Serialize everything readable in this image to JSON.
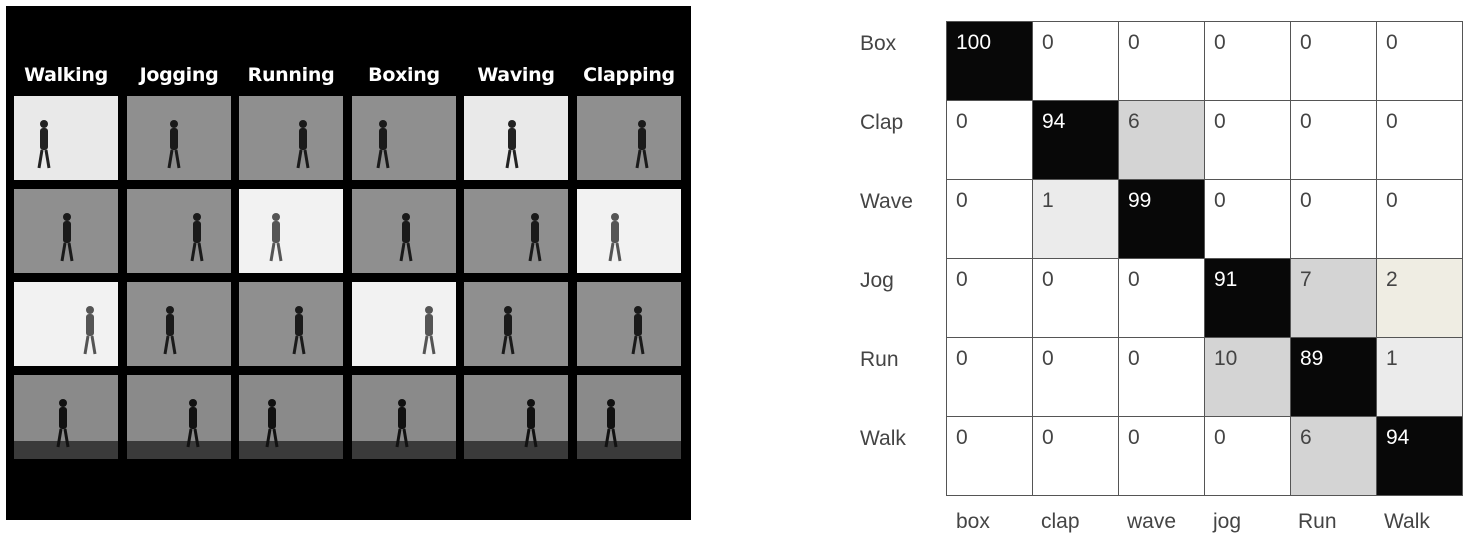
{
  "action_panel": {
    "columns": [
      "Walking",
      "Jogging",
      "Running",
      "Boxing",
      "Waving",
      "Clapping"
    ],
    "frames": [
      [
        "light",
        "mid",
        "mid",
        "mid",
        "light",
        "mid"
      ],
      [
        "mid",
        "mid",
        "white",
        "mid",
        "mid",
        "white"
      ],
      [
        "white",
        "mid",
        "mid",
        "white",
        "mid",
        "mid"
      ],
      [
        "indoor",
        "indoor",
        "indoor",
        "indoor",
        "indoor",
        "indoor"
      ]
    ]
  },
  "confusion_matrix": {
    "row_labels": [
      "Box",
      "Clap",
      "Wave",
      "Jog",
      "Run",
      "Walk"
    ],
    "col_labels": [
      "box",
      "clap",
      "wave",
      "jog",
      "Run",
      "Walk"
    ],
    "values": [
      [
        100,
        0,
        0,
        0,
        0,
        0
      ],
      [
        0,
        94,
        6,
        0,
        0,
        0
      ],
      [
        0,
        1,
        99,
        0,
        0,
        0
      ],
      [
        0,
        0,
        0,
        91,
        7,
        2
      ],
      [
        0,
        0,
        0,
        10,
        89,
        1
      ],
      [
        0,
        0,
        0,
        0,
        6,
        94
      ]
    ],
    "colors": {
      "high": "#080808",
      "medium": "#d4d4d4",
      "low": "#ebebeb",
      "faint": "#efede3",
      "zero": "#ffffff"
    }
  }
}
